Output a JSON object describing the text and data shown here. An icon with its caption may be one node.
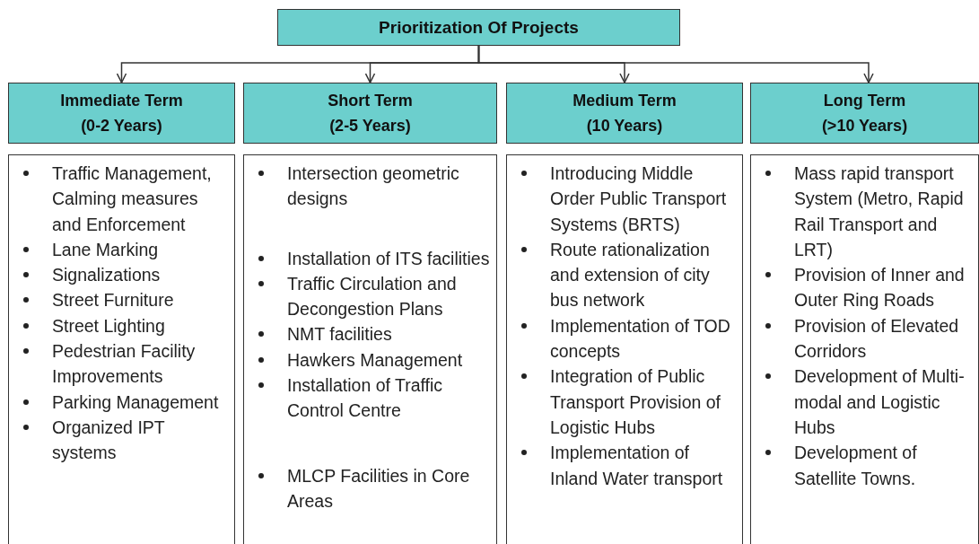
{
  "diagram": {
    "nodes": [
      {
        "text": [
          "Prioritization Of Projects"
        ]
      },
      {
        "text": [
          "Immediate Term",
          "(0-2 Years)"
        ]
      },
      {
        "text": [
          "Short Term",
          "(2-5 Years)"
        ]
      },
      {
        "text": [
          "Medium Term",
          "(10 Years)"
        ]
      },
      {
        "text": [
          "Long Term",
          "(>10 Years)"
        ]
      },
      {
        "text": [
          "Traffic Management, Calming measures and Enforcement",
          "Lane Marking",
          "Signalizations",
          "Street Furniture",
          "Street Lighting",
          "Pedestrian Facility Improvements",
          "Parking Management",
          "Organized IPT systems"
        ]
      },
      {
        "text": [
          "Intersection geometric designs",
          "Installation of ITS facilities",
          "Traffic Circulation and Decongestion Plans",
          "NMT facilities",
          "Hawkers Management",
          "Installation of  Traffic Control Centre",
          "MLCP Facilities in Core Areas"
        ]
      },
      {
        "text": [
          "Introducing Middle Order Public Transport Systems (BRTS)",
          "Route rationalization and extension of city bus network",
          "Implementation of TOD concepts",
          "Integration of Public Transport Provision of Logistic Hubs",
          "Implementation of Inland Water transport"
        ]
      },
      {
        "text": [
          "Mass rapid transport System (Metro, Rapid Rail Transport and LRT)",
          "Provision of Inner and Outer Ring Roads",
          "Provision of Elevated Corridors",
          "Development of Multi-modal and Logistic Hubs",
          "Development of Satellite Towns."
        ]
      }
    ],
    "edges": [
      {
        "from": 0,
        "to": 1,
        "arrow": "to"
      },
      {
        "from": 0,
        "to": 2,
        "arrow": "to"
      },
      {
        "from": 0,
        "to": 3,
        "arrow": "to"
      },
      {
        "from": 0,
        "to": 4,
        "arrow": "to"
      }
    ]
  }
}
